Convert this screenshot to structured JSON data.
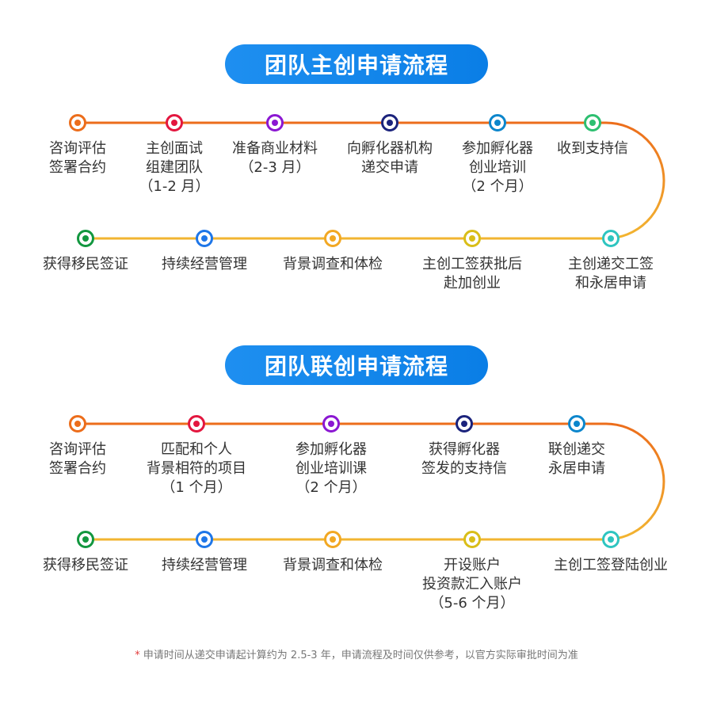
{
  "colors": {
    "pill": "#1e8ff0",
    "line_top": "#ec6d1b",
    "line_bottom": "#f2b531"
  },
  "flows": [
    {
      "title": "团队主创申请流程",
      "top_row": [
        {
          "lines": [
            "咨询评估",
            "签署合约"
          ],
          "color": "#ec6d1b"
        },
        {
          "lines": [
            "主创面试",
            "组建团队",
            "（1-2 月）"
          ],
          "color": "#e3173f"
        },
        {
          "lines": [
            "准备商业材料",
            "（2-3 月）"
          ],
          "color": "#8b17d2"
        },
        {
          "lines": [
            "向孵化器机构",
            "递交申请"
          ],
          "color": "#1b237c"
        },
        {
          "lines": [
            "参加孵化器",
            "创业培训",
            "（2 个月）"
          ],
          "color": "#0c86cc"
        },
        {
          "lines": [
            "收到支持信"
          ],
          "color": "#2dbf70"
        }
      ],
      "bottom_row": [
        {
          "lines": [
            "获得移民签证"
          ],
          "color": "#12973f"
        },
        {
          "lines": [
            "持续经营管理"
          ],
          "color": "#1e76e8"
        },
        {
          "lines": [
            "背景调查和体检"
          ],
          "color": "#f2a823"
        },
        {
          "lines": [
            "主创工签获批后",
            "赴加创业"
          ],
          "color": "#d9be18"
        },
        {
          "lines": [
            "主创递交工签",
            "和永居申请"
          ],
          "color": "#2ec5c0"
        }
      ]
    },
    {
      "title": "团队联创申请流程",
      "top_row": [
        {
          "lines": [
            "咨询评估",
            "签署合约"
          ],
          "color": "#ec6d1b"
        },
        {
          "lines": [
            "匹配和个人",
            "背景相符的项目",
            "（1 个月）"
          ],
          "color": "#e3173f"
        },
        {
          "lines": [
            "参加孵化器",
            "创业培训课",
            "（2 个月）"
          ],
          "color": "#8b17d2"
        },
        {
          "lines": [
            "获得孵化器",
            "签发的支持信"
          ],
          "color": "#1b237c"
        },
        {
          "lines": [
            "联创递交",
            "永居申请"
          ],
          "color": "#0c86cc"
        }
      ],
      "bottom_row": [
        {
          "lines": [
            "获得移民签证"
          ],
          "color": "#12973f"
        },
        {
          "lines": [
            "持续经营管理"
          ],
          "color": "#1e76e8"
        },
        {
          "lines": [
            "背景调查和体检"
          ],
          "color": "#f2a823"
        },
        {
          "lines": [
            "开设账户",
            "投资款汇入账户",
            "（5-6 个月）"
          ],
          "color": "#d9be18"
        },
        {
          "lines": [
            "主创工签登陆创业"
          ],
          "color": "#2ec5c0"
        }
      ]
    }
  ],
  "footnote": {
    "star": "*",
    "text": "申请时间从递交申请起计算约为 2.5-3 年，申请流程及时间仅供参考，以官方实际审批时间为准"
  }
}
